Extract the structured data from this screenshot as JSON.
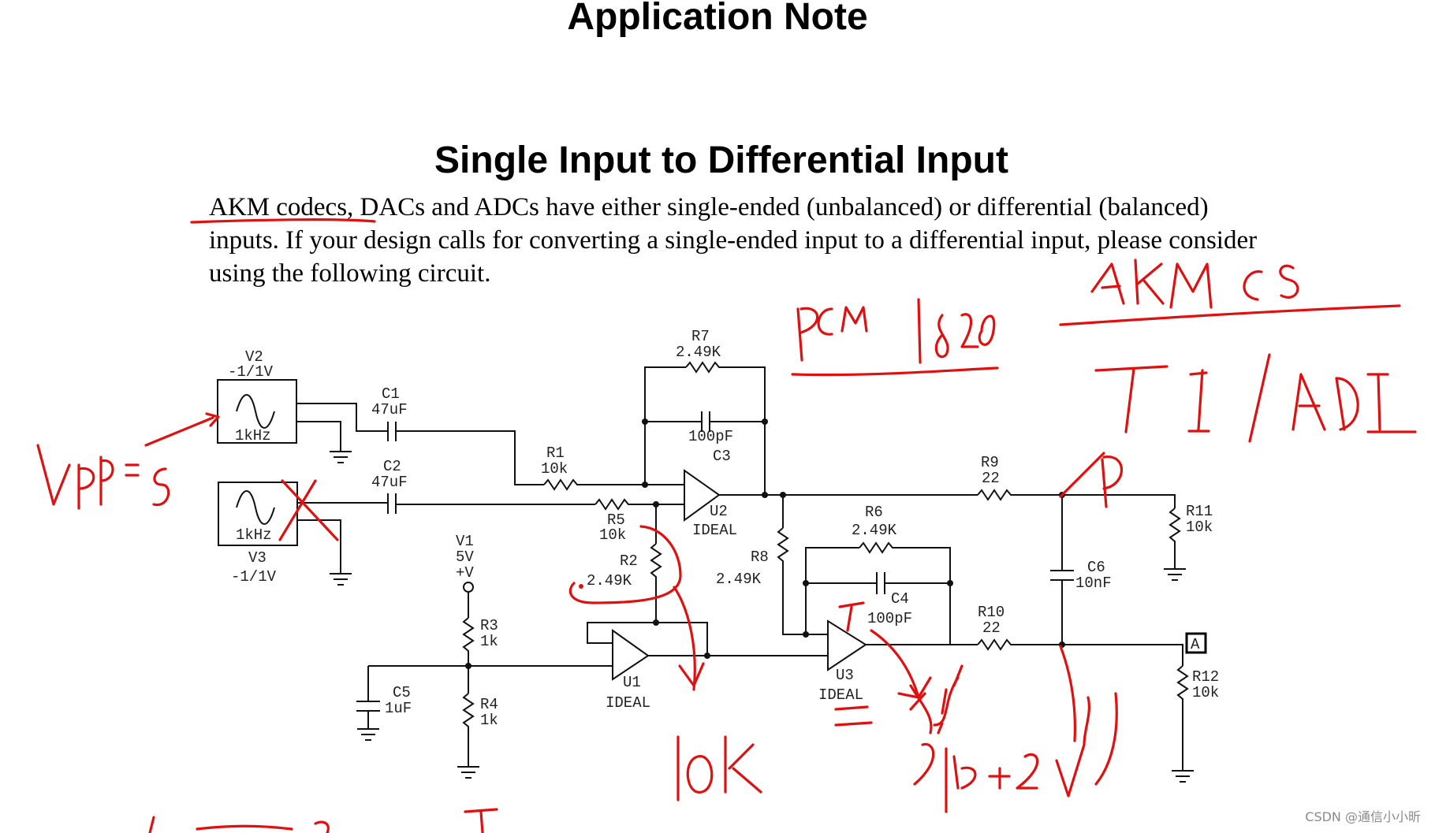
{
  "document": {
    "title": "Application Note",
    "section_title": "Single Input to Differential Input",
    "paragraph": "AKM codecs, DACs and ADCs have either single-ended (unbalanced) or differential (balanced) inputs. If your design calls for converting a single-ended input to a differential input, please consider using the following circuit."
  },
  "schematic": {
    "components": {
      "V2": {
        "name": "V2",
        "value": "-1/1V",
        "freq": "1kHz"
      },
      "V3": {
        "name": "V3",
        "value": "-1/1V",
        "freq": "1kHz"
      },
      "V1": {
        "name": "V1",
        "value": "5V",
        "pin": "+V"
      },
      "C1": {
        "name": "C1",
        "value": "47uF"
      },
      "C2": {
        "name": "C2",
        "value": "47uF"
      },
      "C3": {
        "name": "C3",
        "value": "100pF"
      },
      "C4": {
        "name": "C4",
        "value": "100pF"
      },
      "C5": {
        "name": "C5",
        "value": "1uF"
      },
      "C6": {
        "name": "C6",
        "value": "10nF"
      },
      "R1": {
        "name": "R1",
        "value": "10k"
      },
      "R2": {
        "name": "R2",
        "value": "2.49K"
      },
      "R3": {
        "name": "R3",
        "value": "1k"
      },
      "R4": {
        "name": "R4",
        "value": "1k"
      },
      "R5": {
        "name": "R5",
        "value": "10k"
      },
      "R6": {
        "name": "R6",
        "value": "2.49K"
      },
      "R7": {
        "name": "R7",
        "value": "2.49K"
      },
      "R8": {
        "name": "R8",
        "value": "2.49K"
      },
      "R9": {
        "name": "R9",
        "value": "22"
      },
      "R10": {
        "name": "R10",
        "value": "22"
      },
      "R11": {
        "name": "R11",
        "value": "10k"
      },
      "R12": {
        "name": "R12",
        "value": "10k"
      },
      "U1": {
        "name": "U1",
        "type": "IDEAL"
      },
      "U2": {
        "name": "U2",
        "type": "IDEAL"
      },
      "U3": {
        "name": "U3",
        "type": "IDEAL"
      }
    },
    "probe": "A"
  },
  "watermark": "CSDN @通信小小昕",
  "colors": {
    "ink": "#e01010",
    "text": "#000000"
  }
}
